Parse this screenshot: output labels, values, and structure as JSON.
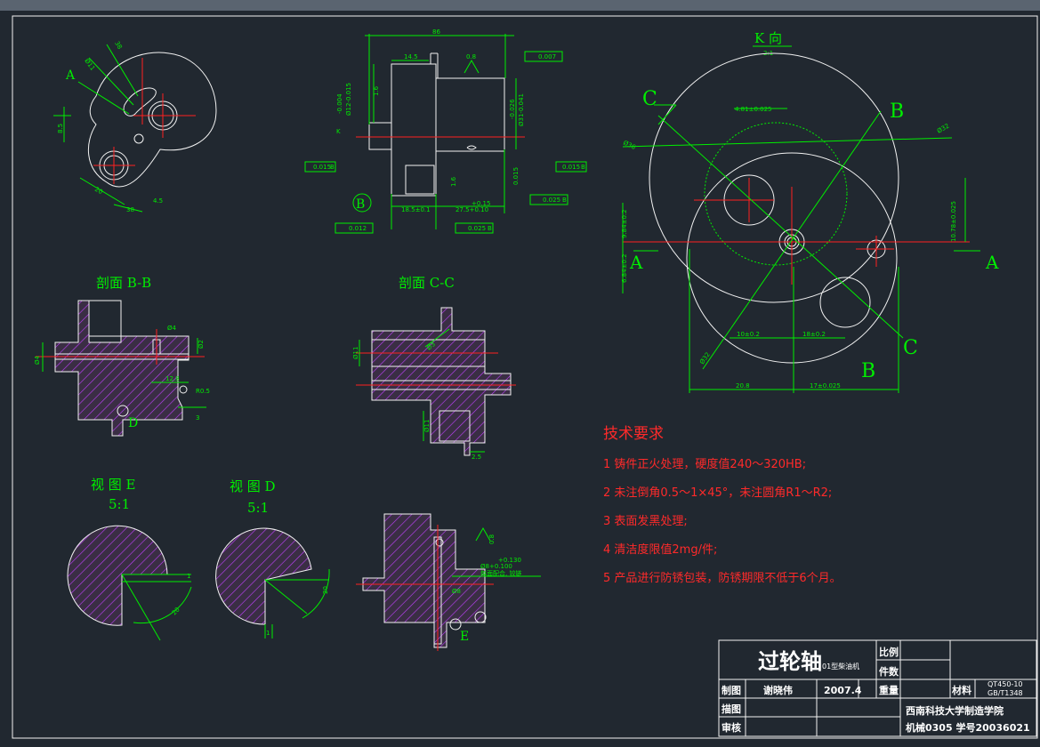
{
  "views": {
    "k_view_title": "K 向",
    "k_view_scale": "2:1",
    "section_bb": "剖面 B-B",
    "section_cc": "剖面 C-C",
    "view_e_title": "视 图 E",
    "view_e_scale": "5:1",
    "view_d_title": "视 图 D",
    "view_d_scale": "5:1"
  },
  "markers": {
    "a": "A",
    "b": "B",
    "c": "C",
    "d": "D",
    "e": "E",
    "k": "K"
  },
  "dimensions": {
    "top_left": [
      "Ø11",
      "38",
      "8.5",
      "20",
      "38",
      "4.5"
    ],
    "top_center": [
      "86",
      "14.5",
      "0.8",
      "0.007",
      "-0.004",
      "Ø12-0.015",
      "-0.026",
      "Ø31-0.041",
      "1.6",
      "1.6",
      "0.015",
      "0.015",
      "0.015",
      "0.025",
      "0.012",
      "0.025",
      "18.5±0.1",
      "+0.15",
      "27.5+0.10",
      "B",
      "B",
      "B",
      "B"
    ],
    "k_view": [
      "4.81±0.025",
      "Ø36",
      "Ø32",
      "9.84±0.2",
      "6.84±0.2",
      "10.78±0.025",
      "10±0.2",
      "18±0.2",
      "20.8",
      "17±0.025",
      "Ø32"
    ],
    "section_bb": [
      "Ø4",
      "Ø2",
      "Ø4",
      "12.8",
      "R0.5",
      "3"
    ],
    "section_cc": [
      "Ø11",
      "Ø3",
      "Ø11",
      "2.5"
    ],
    "view_e": [
      "1",
      "20"
    ],
    "view_d": [
      "20",
      "1"
    ],
    "section_right": [
      "0.8",
      "+0.130",
      "Ø8+0.100",
      "Ø8",
      "每面配合, 铰链"
    ]
  },
  "tech_requirements": {
    "title": "技术要求",
    "items": [
      "1 铸件正火处理，硬度值240～320HB;",
      "2 未注倒角0.5～1×45°，未注圆角R1～R2;",
      "3 表面发黑处理;",
      "4 清洁度限值2mg/件;",
      "5 产品进行防锈包装，防锈期限不低于6个月。"
    ]
  },
  "title_block": {
    "part_name": "过轮轴",
    "product": "01型柴油机",
    "scale_label": "比例",
    "count_label": "件数",
    "weight_label": "重量",
    "material_label": "材料",
    "material_value_1": "QT450-10",
    "material_value_2": "GB/T1348",
    "drawn_label": "制图",
    "drawn_name": "谢晓伟",
    "drawn_date": "2007.4",
    "traced_label": "描图",
    "checked_label": "审核",
    "school": "西南科技大学制造学院",
    "class_id": "机械0305  学号20036021"
  },
  "colors": {
    "background": "#212830",
    "outline": "#f2f2f2",
    "dimension": "#00ee00",
    "centerline": "#ff2020",
    "hatch": "#c040ff"
  }
}
